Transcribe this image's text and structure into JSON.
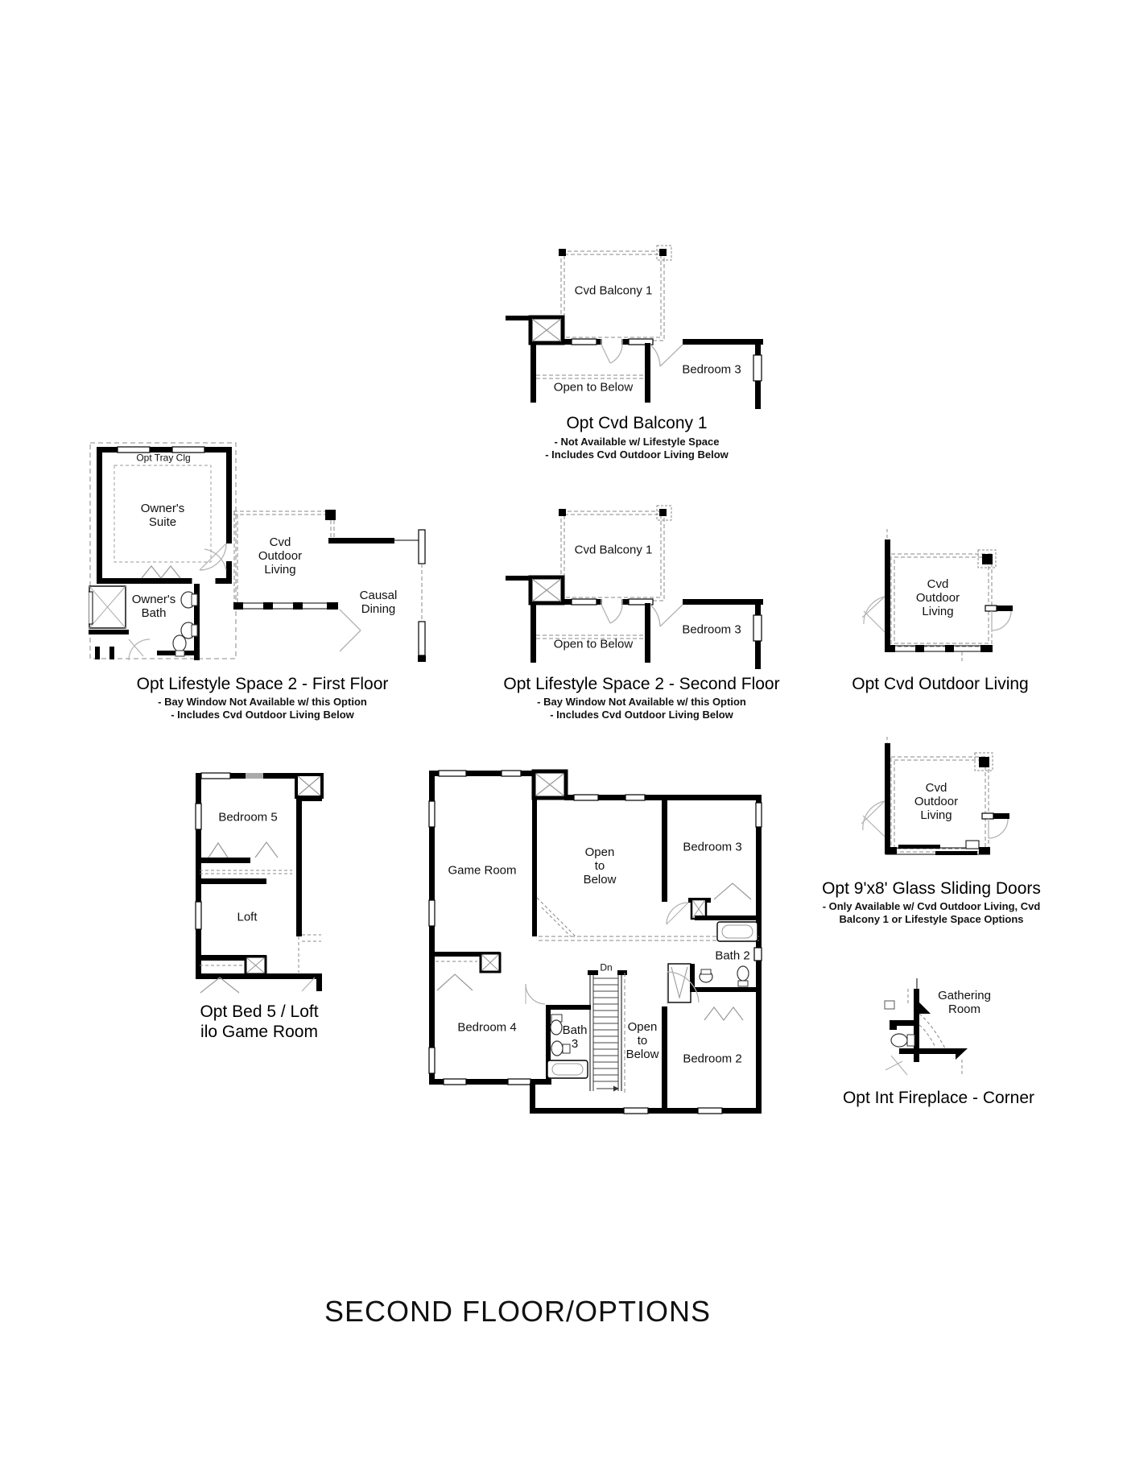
{
  "title": "SECOND FLOOR/OPTIONS",
  "options": {
    "cvd_balcony1": {
      "caption": "Opt Cvd Balcony 1",
      "note1": "- Not Available w/ Lifestyle Space",
      "note2": "- Includes Cvd Outdoor Living Below",
      "labels": {
        "balcony": "Cvd Balcony 1",
        "open_to_below": "Open to Below",
        "bedroom3": "Bedroom 3"
      }
    },
    "lifestyle_space2_first": {
      "caption": "Opt Lifestyle Space 2 - First Floor",
      "note1": "- Bay Window Not Available w/ this Option",
      "note2": "- Includes Cvd Outdoor Living Below",
      "labels": {
        "tray_ceiling": "Opt Tray Clg",
        "owners_suite": "Owner's Suite",
        "owners_bath": "Owner's Bath",
        "cvd_outdoor_living": "Cvd Outdoor Living",
        "causal_dining": "Causal Dining"
      }
    },
    "lifestyle_space2_second": {
      "caption": "Opt Lifestyle Space 2 - Second Floor",
      "note1": "- Bay Window Not Available w/ this Option",
      "note2": "- Includes Cvd Outdoor Living Below",
      "labels": {
        "balcony": "Cvd Balcony 1",
        "open_to_below": "Open to Below",
        "bedroom3": "Bedroom 3"
      }
    },
    "cvd_outdoor_living": {
      "caption": "Opt Cvd Outdoor Living",
      "labels": {
        "cvd_outdoor_living": "Cvd Outdoor Living"
      }
    },
    "bed5_loft": {
      "caption_line1": "Opt Bed 5 / Loft",
      "caption_line2": "ilo Game Room",
      "labels": {
        "bedroom5": "Bedroom 5",
        "loft": "Loft"
      }
    },
    "glass_sliding_doors": {
      "caption": "Opt 9'x8' Glass Sliding Doors",
      "note1": "- Only Available w/ Cvd Outdoor Living, Cvd",
      "note2": "Balcony 1 or Lifestyle Space Options",
      "labels": {
        "cvd_outdoor_living": "Cvd Outdoor Living"
      }
    },
    "int_fireplace": {
      "caption": "Opt Int Fireplace - Corner",
      "labels": {
        "gathering_room": "Gathering Room"
      }
    },
    "main_plan": {
      "labels": {
        "game_room": "Game Room",
        "open_to_below_upper": "Open to Below",
        "bedroom3": "Bedroom 3",
        "bath2": "Bath 2",
        "bedroom4": "Bedroom 4",
        "bath3": "Bath 3",
        "down": "Dn",
        "open_to_below_lower": "Open to Below",
        "bedroom2": "Bedroom 2"
      }
    }
  }
}
